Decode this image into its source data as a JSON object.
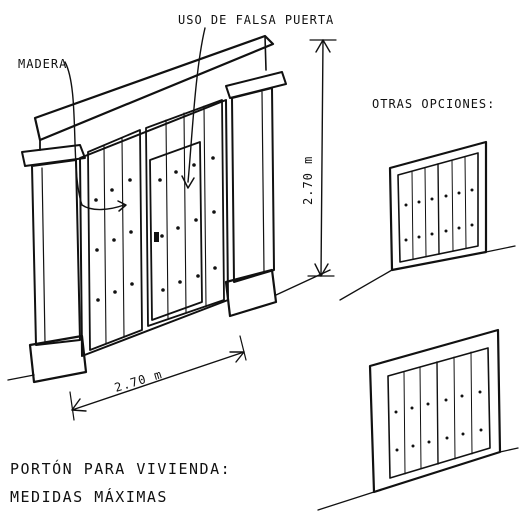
{
  "labels": {
    "false_door_use": "USO DE FALSA PUERTA",
    "wood": "MADERA",
    "other_options": "OTRAS OPCIONES:",
    "height": "2.70 m",
    "width": "2.70 m",
    "caption_line1": "PORTÓN PARA VIVIENDA:",
    "caption_line2": "MEDIDAS MÁXIMAS"
  },
  "colors": {
    "ink": "#111111",
    "paper": "#ffffff"
  }
}
